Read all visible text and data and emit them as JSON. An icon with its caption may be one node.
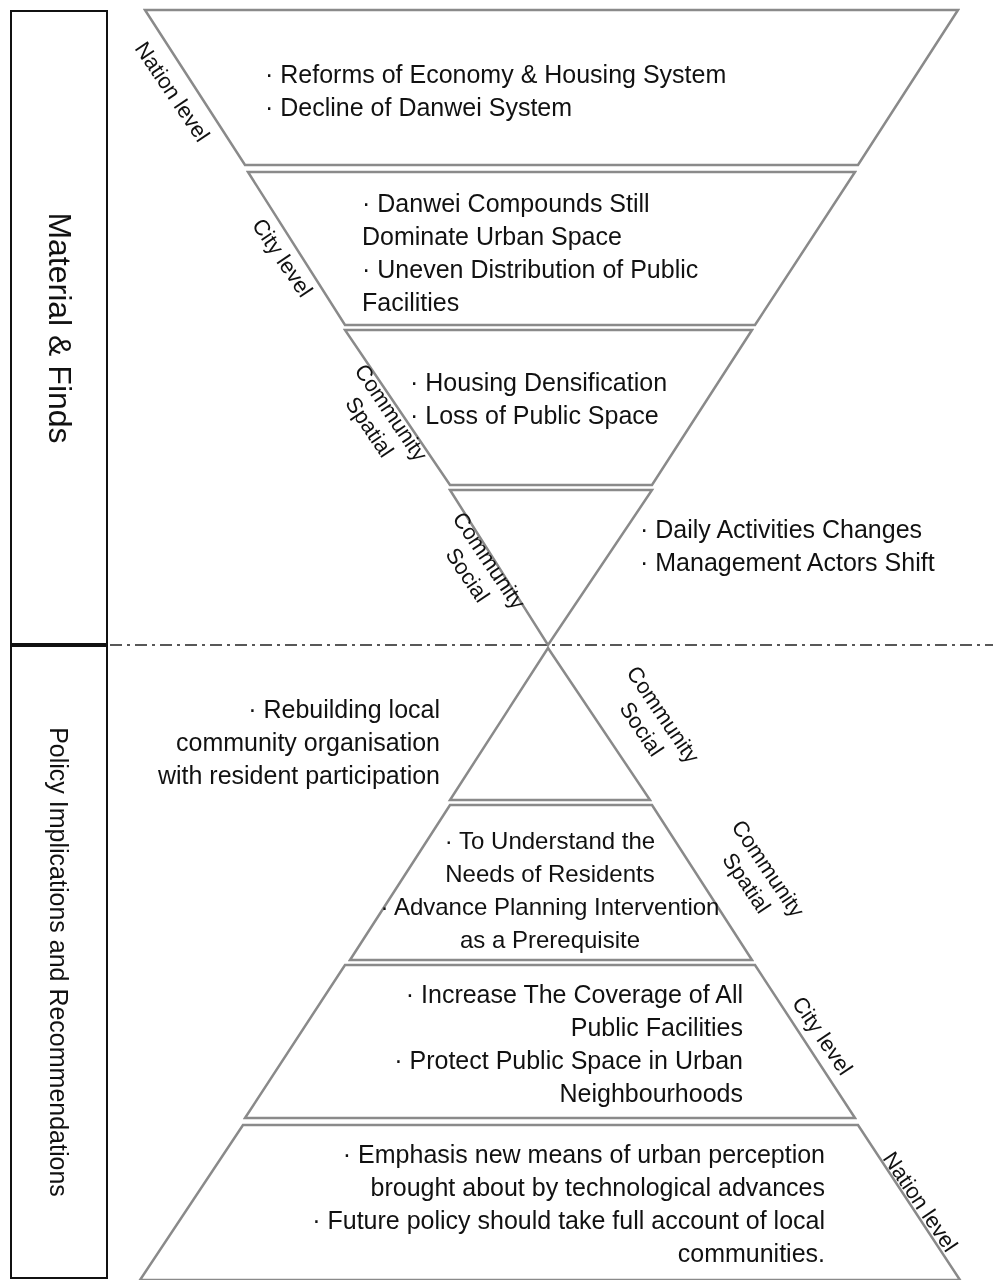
{
  "diagram": {
    "nodes": [
      {
        "text": [
          "Material & Finds"
        ]
      },
      {
        "text": [
          "Policy Implications and Recommendations"
        ]
      },
      {
        "text": [
          "· Reforms of Economy & Housing System",
          "· Decline of Danwei System"
        ],
        "beside": [
          "Nation level"
        ]
      },
      {
        "text": [
          "· Danwei Compounds Still Dominate Urban Space",
          "· Uneven Distribution of Public Facilities"
        ],
        "beside": [
          "City level"
        ]
      },
      {
        "text": [
          "· Housing Densification",
          "· Loss of Public Space"
        ],
        "beside": [
          "Community Spatial"
        ]
      },
      {
        "text": [
          "· Daily Activities Changes",
          "· Management Actors Shift"
        ],
        "beside": [
          "Community Social"
        ]
      },
      {
        "text": [
          "· Rebuilding local community organisation with resident participation"
        ],
        "beside": [
          "Community Social"
        ]
      },
      {
        "text": [
          "· To Understand the Needs of Residents",
          "· Advance Planning Intervention as a Prerequisite"
        ],
        "beside": [
          "Community Spatial"
        ]
      },
      {
        "text": [
          "· Increase The Coverage of All Public Facilities",
          "· Protect Public Space in Urban Neighbourhoods"
        ],
        "beside": [
          "City level"
        ]
      },
      {
        "text": [
          "· Emphasis new means of urban perception brought about by technological advances",
          "· Future policy should take full account of local communities."
        ],
        "beside": [
          "Nation level"
        ]
      }
    ]
  }
}
